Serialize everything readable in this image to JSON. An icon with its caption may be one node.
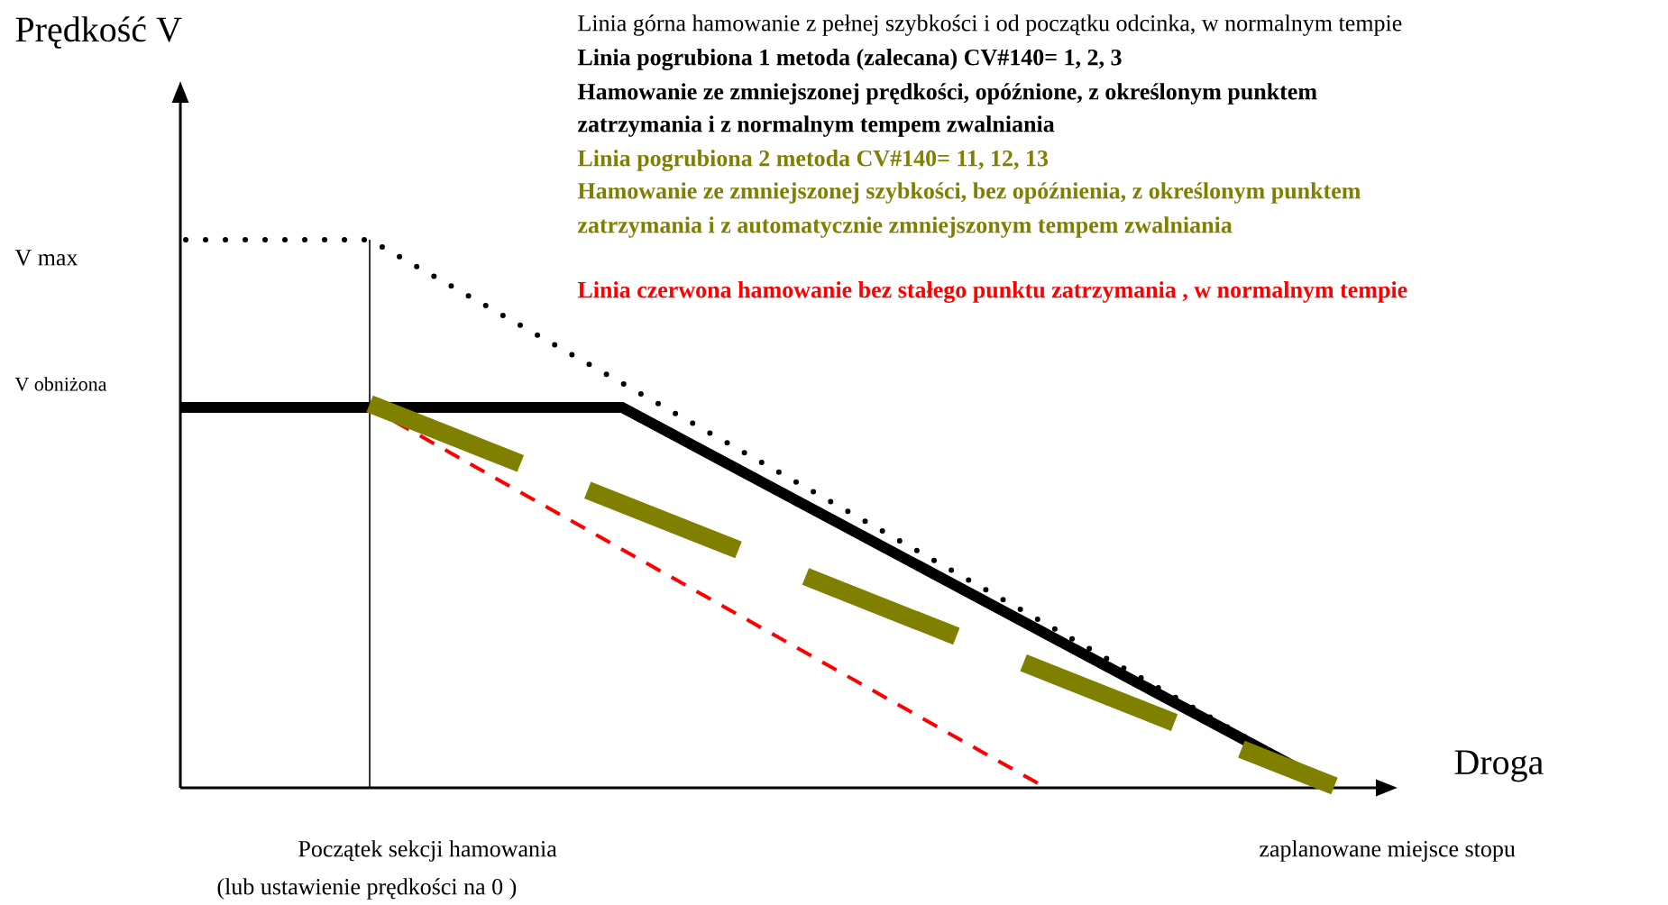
{
  "diagram": {
    "labels": [
      "Prędkość V",
      "V max",
      "V obniżona",
      "Linia górna hamowanie z pełnej szybkości i od początku odcinka, w normalnym tempie",
      "Linia pogrubiona 1 metoda (zalecana) CV#140= 1, 2, 3",
      "Hamowanie ze zmniejszonej  prędkości, opóźnione, z określonym punktem",
      "zatrzymania i z normalnym tempem zwalniania",
      "Linia pogrubiona 2 metoda CV#140= 11, 12, 13",
      "Hamowanie ze zmniejszonej szybkości, bez opóźnienia, z określonym punktem",
      "zatrzymania i z automatycznie zmniejszonym tempem zwalniania",
      "Linia czerwona hamowanie bez stałego punktu zatrzymania , w  normalnym tempie",
      "Droga",
      "Początek sekcji hamowania",
      "(lub ustawienie prędkości na  0 )",
      "zaplanowane miejsce stopu"
    ]
  }
}
